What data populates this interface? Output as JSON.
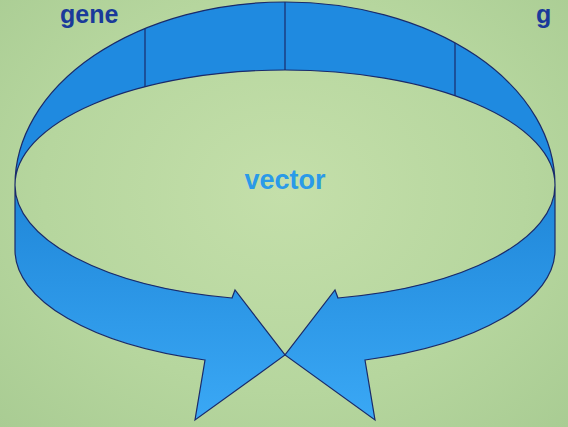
{
  "diagram": {
    "nodes": [
      {
        "text": [
          "vector"
        ]
      }
    ],
    "labels": [
      "gene",
      "g"
    ]
  }
}
